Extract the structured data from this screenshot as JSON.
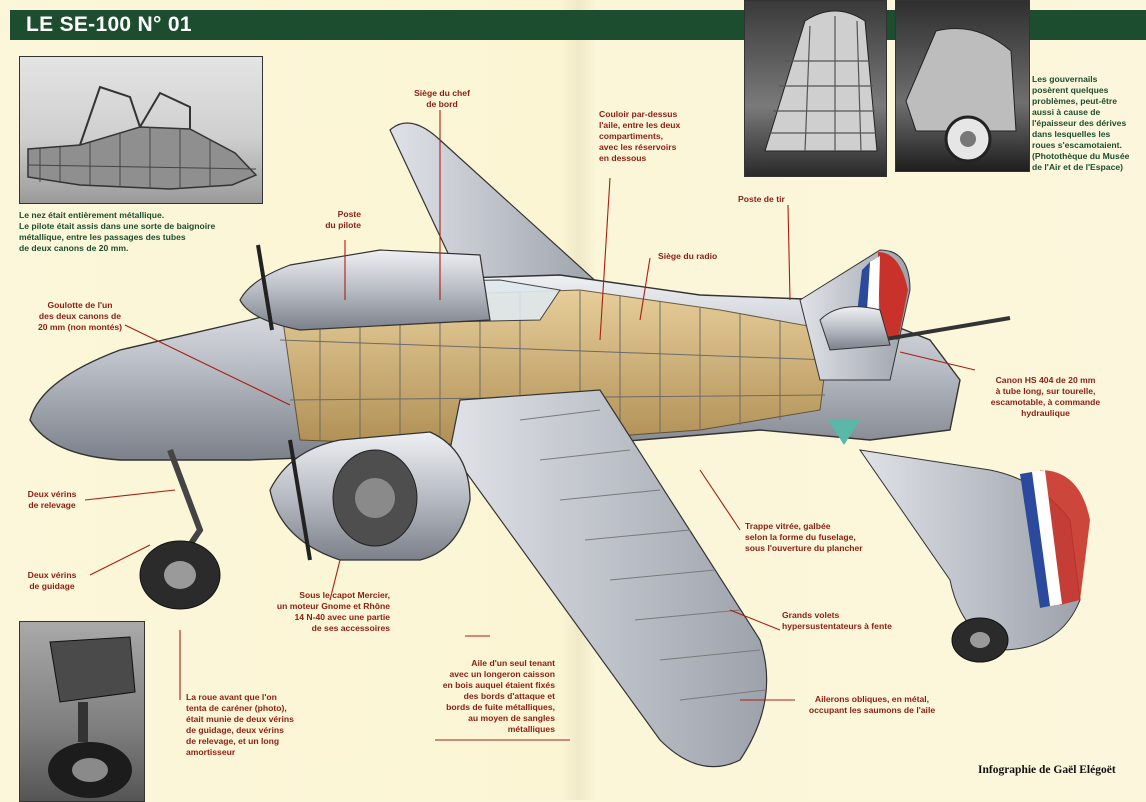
{
  "header": {
    "title": "LE SE-100 N° 01"
  },
  "photo_captions": {
    "nose": "Le nez était entièrement métallique.\nLe pilote était assis dans une sorte de baignoire\nmétallique, entre les passages des tubes\nde deux canons de 20 mm.",
    "rudders": "Les gouvernails\nposèrent quelques\nproblèmes, peut-être\naussi à cause de\nl'épaisseur des dérives\ndans lesquelles les\nroues s'escamotaient.\n(Photothèque du Musée\nde l'Air et de l'Espace)"
  },
  "callouts": {
    "siege_chef": "Siège du chef\nde bord",
    "poste_pilote": "Poste\ndu pilote",
    "couloir": "Couloir par-dessus\nl'aile, entre les deux\ncompartiments,\navec les réservoirs\nen dessous",
    "poste_tir": "Poste de tir",
    "siege_radio": "Siège du radio",
    "goulotte": "Goulotte de l'un\ndes deux canons de\n20 mm (non montés)",
    "canon": "Canon HS 404 de 20 mm\nà tube long, sur tourelle,\nescamotable, à commande\nhydraulique",
    "verins_relevage": "Deux vérins\nde relevage",
    "trappe": "Trappe vitrée, galbée\nselon la forme du fuselage,\nsous l'ouverture du plancher",
    "verins_guidage": "Deux vérins\nde guidage",
    "capot": "Sous le capot Mercier,\nun moteur Gnome et Rhône\n14 N-40 avec une partie\nde ses accessoires",
    "volets": "Grands volets\nhypersustentateurs à fente",
    "roue": "La roue avant que l'on\ntenta de caréner (photo),\nétait munie de deux vérins\nde guidage, deux vérins\nde relevage, et un long\namortisseur",
    "aile": "Aile d'un seul tenant\navec un longeron caisson\nen bois auquel étaient fixés\ndes bords d'attaque et\nbords de fuite métalliques,\nau moyen de sangles\nmétalliques",
    "ailerons": "Ailerons obliques, en métal,\noccupant les saumons de l'aile"
  },
  "credit": "Infographie de Gaël Elégoët",
  "colors": {
    "title_bar": "#1c4d2e",
    "callout_red": "#8b1e12",
    "caption_green": "#1c4d2e",
    "background": "#fbf6d8"
  }
}
